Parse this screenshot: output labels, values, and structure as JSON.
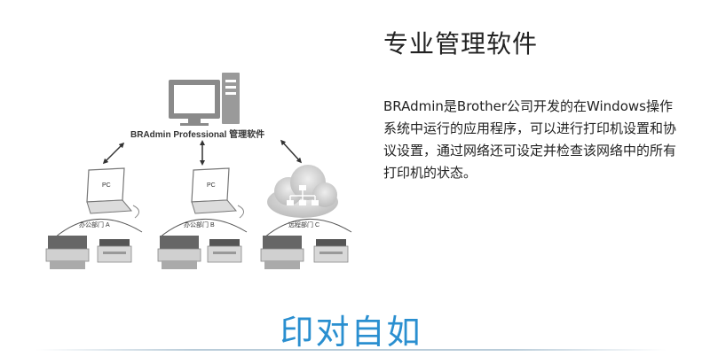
{
  "diagram": {
    "software_label": "BRAdmin Professional 管理软件",
    "laptop_a_label": "PC",
    "laptop_b_label": "PC",
    "dept_a_label": "办公部门 A",
    "dept_b_label": "办公部门 B",
    "dept_c_label": "远程部门 C"
  },
  "info": {
    "title": "专业管理软件",
    "description": "BRAdmin是Brother公司开发的在Windows操作系统中运行的应用程序，可以进行打印机设置和协议设置，通过网络还可设定并检查该网络中的所有打印机的状态。"
  },
  "slogan": "印对自如"
}
